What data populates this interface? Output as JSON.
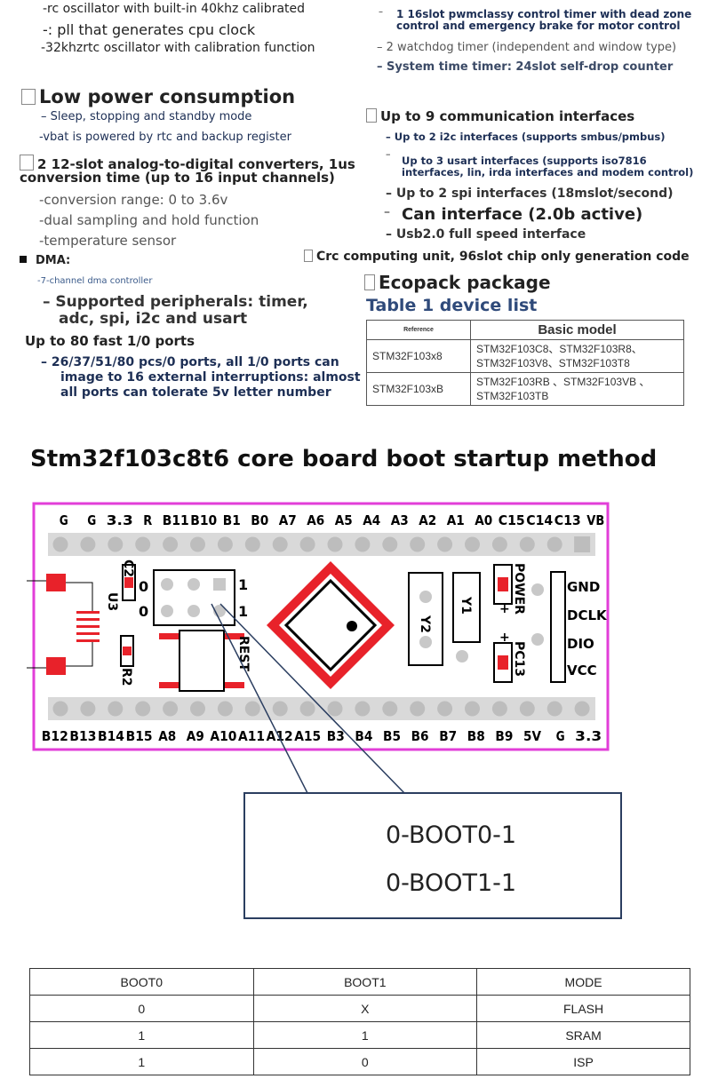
{
  "left_col": {
    "rc_osc": "-rc oscillator with built-in 40khz calibrated",
    "pll": "-: pll that generates cpu clock",
    "rtc_osc": "-32khzrtc oscillator with calibration function",
    "low_power_title": "Low power consumption",
    "sleep": "– Sleep, stopping and standby mode",
    "vbat": "-vbat is powered by rtc and backup register",
    "adc_title_1": "2 12-slot analog-to-digital converters, 1us",
    "adc_title_2": "conversion time (up to 16 input channels)",
    "conv_range": "-conversion range: 0 to 3.6v",
    "dual": "-dual sampling and hold function",
    "temp": "-temperature sensor",
    "dma_title": "DMA:",
    "dma_ch": "-7-channel dma controller",
    "periph_1": "–  Supported peripherals: timer,",
    "periph_2": "adc, spi, i2c and usart",
    "io_title": "Up to 80 fast 1/0 ports",
    "io_1": "–   26/37/51/80 pcs/0 ports, all 1/0 ports can",
    "io_2": "image to 16 external interruptions: almost",
    "io_3": "all ports can tolerate 5v letter number"
  },
  "right_col": {
    "timer_1": "1 16slot pwmclassy control timer with dead zone",
    "timer_2": "control and emergency brake for motor control",
    "watchdog": "– 2 watchdog timer (independent and window type)",
    "systimer": "– System time timer: 24slot self-drop counter",
    "comm_title": "Up to 9 communication interfaces",
    "i2c": "–   Up to 2 i2c interfaces (supports smbus/pmbus)",
    "usart_1": "Up to 3 usart interfaces (supports iso7816",
    "usart_2": "interfaces, lin, irda interfaces and modem control)",
    "spi": "–   Up to 2 spi interfaces (18mslot/second)",
    "can": "Can interface (2.0b active)",
    "usb": "–   Usb2.0 full speed interface",
    "crc": "Crc computing unit, 96slot chip only generation code",
    "ecopack": "Ecopack package",
    "table_title": "Table 1 device list"
  },
  "device_table": {
    "headers": [
      "Reference",
      "Basic model"
    ],
    "rows": [
      [
        "STM32F103x8",
        "STM32F103C8、STM32F103R8、",
        "STM32F103V8、STM32F103T8"
      ],
      [
        "STM32F103xB",
        "STM32F103RB 、STM32F103VB 、",
        "STM32F103TB"
      ]
    ]
  },
  "section_title": "Stm32f103c8t6 core board boot startup method",
  "board": {
    "top_pins": [
      "G",
      "G",
      "3.3",
      "R",
      "B11",
      "B10",
      "B1",
      "B0",
      "A7",
      "A6",
      "A5",
      "A4",
      "A3",
      "A2",
      "A1",
      "A0",
      "C15",
      "C14",
      "C13",
      "VB"
    ],
    "bottom_pins": [
      "B12",
      "B13",
      "B14",
      "B15",
      "A8",
      "A9",
      "A10",
      "A11",
      "A12",
      "A15",
      "B3",
      "B4",
      "B5",
      "B6",
      "B7",
      "B8",
      "B9",
      "5V",
      "G",
      "3.3"
    ],
    "right_labels": [
      "GND",
      "DCLK",
      "DIO",
      "VCC"
    ],
    "labels": {
      "c2": "C2",
      "u3": "U3",
      "r2": "R2",
      "rest": "REST",
      "y1": "Y1",
      "y2": "Y2",
      "power": "POWER",
      "pc13": "PC13",
      "jumper_0": "0",
      "jumper_1": "1"
    },
    "callout_1": "0-BOOT0-1",
    "callout_2": "0-BOOT1-1",
    "colors": {
      "board_border": "#e23ed8",
      "pad_red": "#e8222a",
      "grey_pad": "#c8c8c8"
    }
  },
  "mode_table": {
    "headers": [
      "BOOT0",
      "BOOT1",
      "MODE"
    ],
    "rows": [
      [
        "0",
        "X",
        "FLASH"
      ],
      [
        "1",
        "1",
        "SRAM"
      ],
      [
        "1",
        "0",
        "ISP"
      ]
    ]
  }
}
